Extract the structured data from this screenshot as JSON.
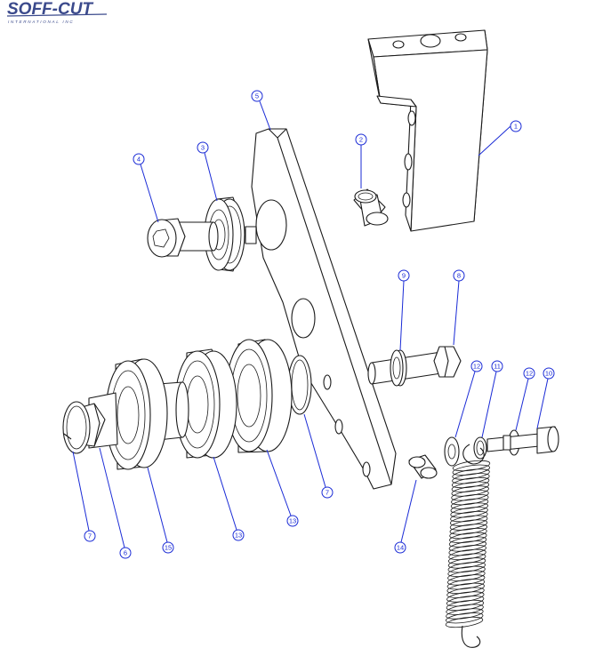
{
  "logo": {
    "name": "SOFF-CUT",
    "tagline": "INTERNATIONAL INC",
    "color": "#3b4a8c"
  },
  "callout_color": "#1a2bd6",
  "callouts": {
    "c1": "1",
    "c2": "2",
    "c3": "3",
    "c4": "4",
    "c5": "5",
    "c6": "6",
    "c7a": "7",
    "c7b": "7",
    "c8": "8",
    "c9": "9",
    "c10": "10",
    "c11": "11",
    "c12a": "12",
    "c12b": "12",
    "c13a": "13",
    "c13b": "13",
    "c14": "14",
    "c15": "15"
  }
}
